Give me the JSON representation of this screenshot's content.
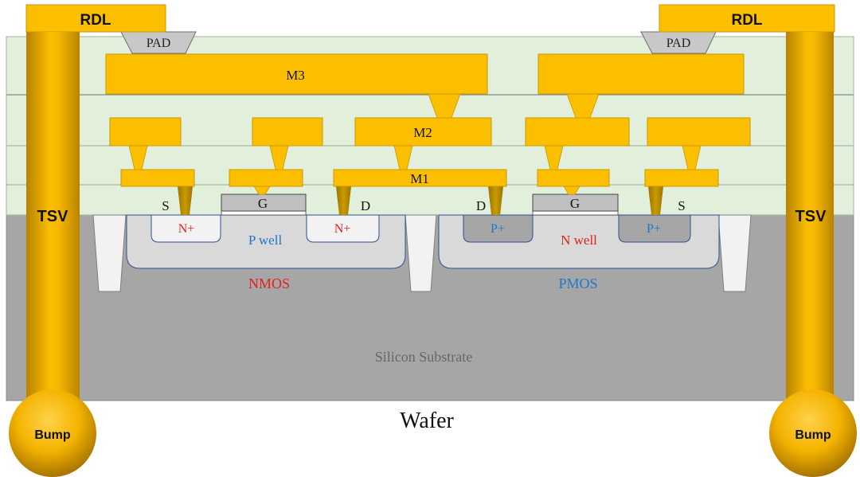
{
  "labels": {
    "rdl_left": "RDL",
    "rdl_right": "RDL",
    "pad_left": "PAD",
    "pad_right": "PAD",
    "m3": "M3",
    "m2": "M2",
    "m1": "M1",
    "tsv_left": "TSV",
    "tsv_right": "TSV",
    "bump_left": "Bump",
    "bump_right": "Bump",
    "nmos": {
      "source": "S",
      "gate": "G",
      "drain": "D",
      "left_diffusion": "N+",
      "right_diffusion": "N+",
      "well": "P well",
      "name": "NMOS"
    },
    "pmos": {
      "drain": "D",
      "gate": "G",
      "source": "S",
      "left_diffusion": "P+",
      "right_diffusion": "P+",
      "well": "N well",
      "name": "PMOS"
    },
    "substrate": "Silicon Substrate",
    "wafer": "Wafer"
  },
  "colors": {
    "metal": "#fbbf00",
    "metal_edge": "#c99a00",
    "via_dark": "#b98a00",
    "dielectric": "#e2efda",
    "dielectric_line": "#8a9a8a",
    "substrate": "#a6a6a6",
    "well": "#d9d9d9",
    "isolation": "#f2f2f2",
    "pad": "#c8c8c8",
    "gate": "#bfbfbf",
    "n_text": "#e32020",
    "p_text": "#1f77c8",
    "substrate_text": "#666666"
  }
}
